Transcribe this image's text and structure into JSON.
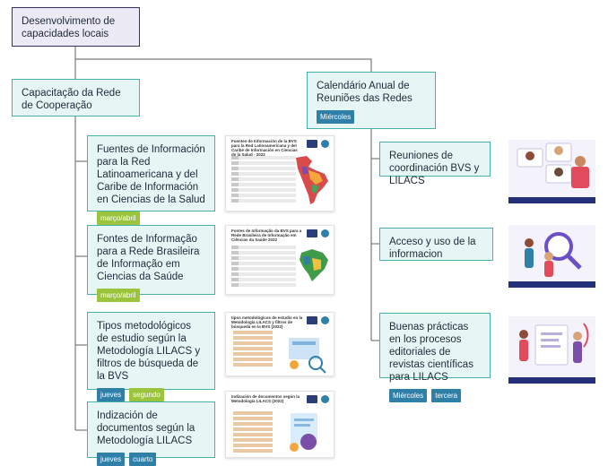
{
  "root": {
    "label": "Desenvolvimento de capacidades locais"
  },
  "left_branch": {
    "label": "Capacitação da Rede de Cooperação",
    "items": [
      {
        "label": "Fuentes de Información para la Red Latinoamericana y del Caribe de Información en Ciencias de la Salud",
        "tags": [
          "março/abril"
        ],
        "thumb_title": "Fuentes de Información de la BVS para la Red Latinoamericana y del Caribe de Información en Ciencias de la Salud - 2022"
      },
      {
        "label": "Fontes de Informação para a Rede Brasileira de Informação em Ciencias da Saúde",
        "tags": [
          "março/abril"
        ],
        "thumb_title": "Fontes de Informação da BVS para a Rede Brasileira de Informação em Ciências da Saúde 2022"
      },
      {
        "label": "Tipos metodológicos de estudio según la Metodología LILACS y filtros de búsqueda de la BVS",
        "tags": [
          "jueves",
          "segundo"
        ],
        "thumb_title": "tipos metodológicos de estudio en la Metodología LILACS y filtros de búsqueda en la BVS (2022)"
      },
      {
        "label": "Indización de documentos según la Metodología LILACS",
        "tags": [
          "jueves",
          "cuarto"
        ],
        "thumb_title": "Indización de documentos según la Metodología LILACS (2022)"
      }
    ]
  },
  "right_branch": {
    "label": "Calendário Anual de Reuniões das Redes",
    "tags": [
      "Miércoles"
    ],
    "items": [
      {
        "label": "Reuniones de coordinación BVS y LILACS",
        "tags": [],
        "illustration_caption": "Reuniões de Coordenação BVS e LILACS"
      },
      {
        "label": "Acceso y uso de la informacion",
        "tags": [],
        "illustration_caption": "Acesso e Uso da Informação"
      },
      {
        "label": "Buenas prácticas en los procesos editoriales de revistas científicas para LILACS",
        "tags": [
          "Miércoles",
          "tercera"
        ],
        "illustration_caption": "Boas Práticas nos Processos Editoriais"
      }
    ]
  },
  "colors": {
    "root_border": "#34325e",
    "node_border": "#47b3a8",
    "node_fill": "#e5f6f4",
    "tag_blue": "#2f7fa9",
    "tag_green": "#9cc33c",
    "banner": "#25307a"
  }
}
